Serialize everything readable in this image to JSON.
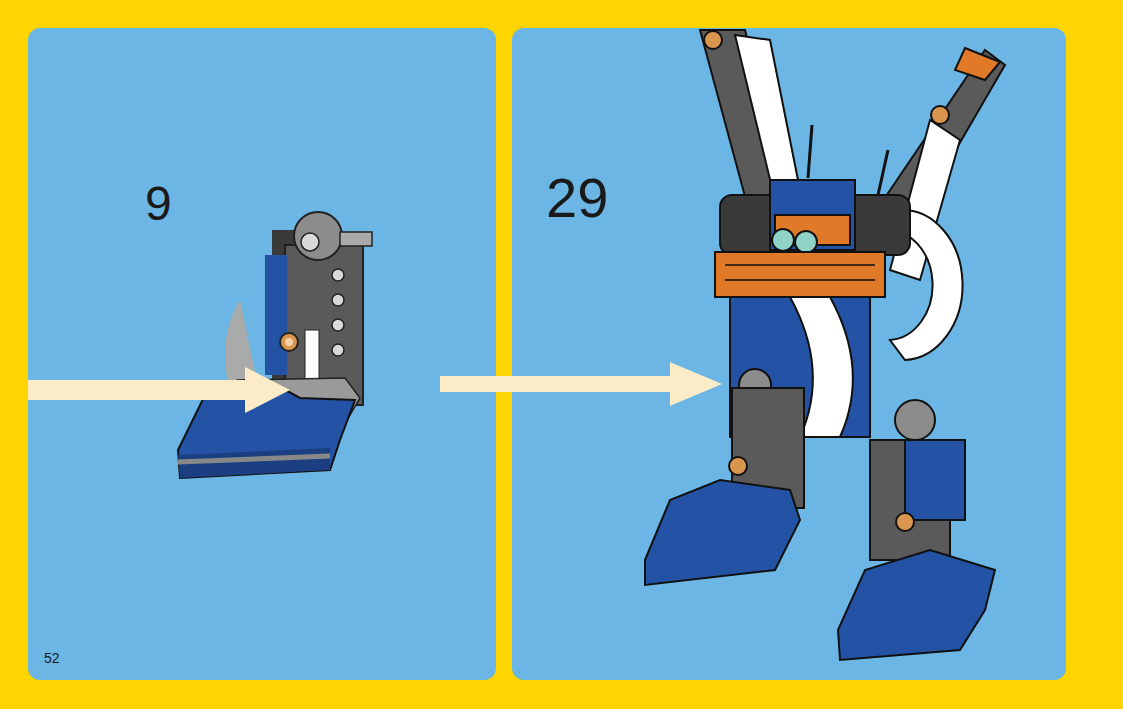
{
  "diagram": {
    "labels": [
      "9",
      "29",
      "52"
    ]
  }
}
